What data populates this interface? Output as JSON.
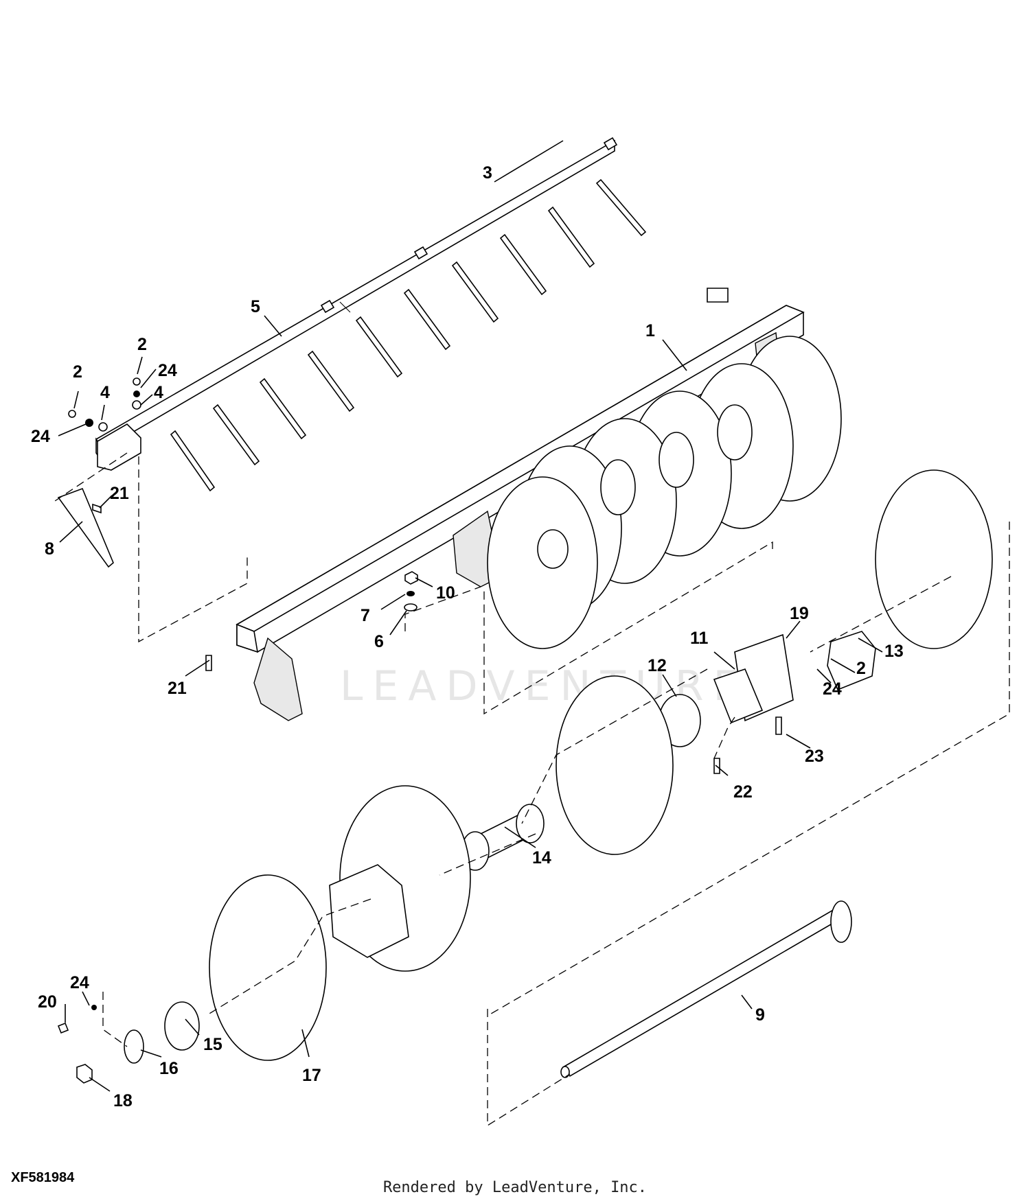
{
  "diagram_code": "XF581984",
  "credit": "Rendered by LeadVenture, Inc.",
  "watermark": "LEADVENTURE",
  "callouts": [
    "1",
    "2",
    "2",
    "2",
    "3",
    "4",
    "4",
    "5",
    "6",
    "7",
    "8",
    "9",
    "10",
    "11",
    "12",
    "13",
    "14",
    "15",
    "16",
    "17",
    "18",
    "19",
    "20",
    "21",
    "21",
    "22",
    "23",
    "24",
    "24",
    "24",
    "24"
  ]
}
